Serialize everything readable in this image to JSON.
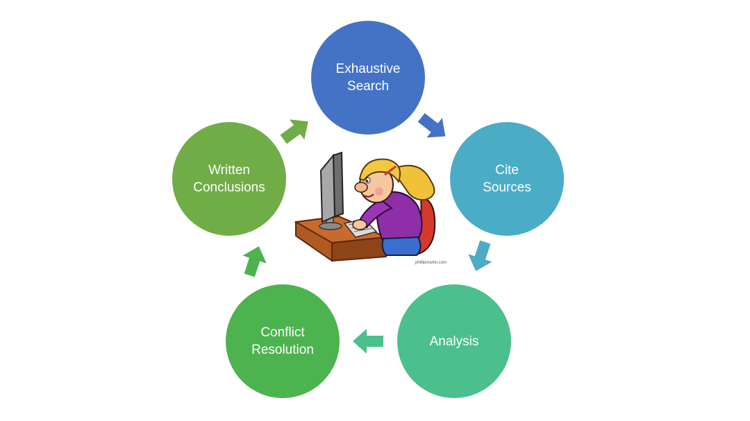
{
  "diagram": {
    "nodes": [
      {
        "id": "search",
        "label": "Exhaustive\nSearch",
        "color": "#4472c4"
      },
      {
        "id": "cite",
        "label": "Cite\nSources",
        "color": "#4bacc6"
      },
      {
        "id": "analysis",
        "label": "Analysis",
        "color": "#4bbf8c"
      },
      {
        "id": "conflict",
        "label": "Conflict\nResolution",
        "color": "#4cb34f"
      },
      {
        "id": "conclusion",
        "label": "Written\nConclusions",
        "color": "#70ad47"
      }
    ],
    "arrows": [
      {
        "from": "search",
        "to": "cite",
        "color": "#4472c4"
      },
      {
        "from": "cite",
        "to": "analysis",
        "color": "#4bacc6"
      },
      {
        "from": "analysis",
        "to": "conflict",
        "color": "#4bbf8c"
      },
      {
        "from": "conflict",
        "to": "conclusion",
        "color": "#4cb34f"
      },
      {
        "from": "conclusion",
        "to": "search",
        "color": "#70ad47"
      }
    ],
    "center_image": {
      "icon": "student-at-computer-illustration",
      "credit": "phillipmartin.com"
    }
  }
}
